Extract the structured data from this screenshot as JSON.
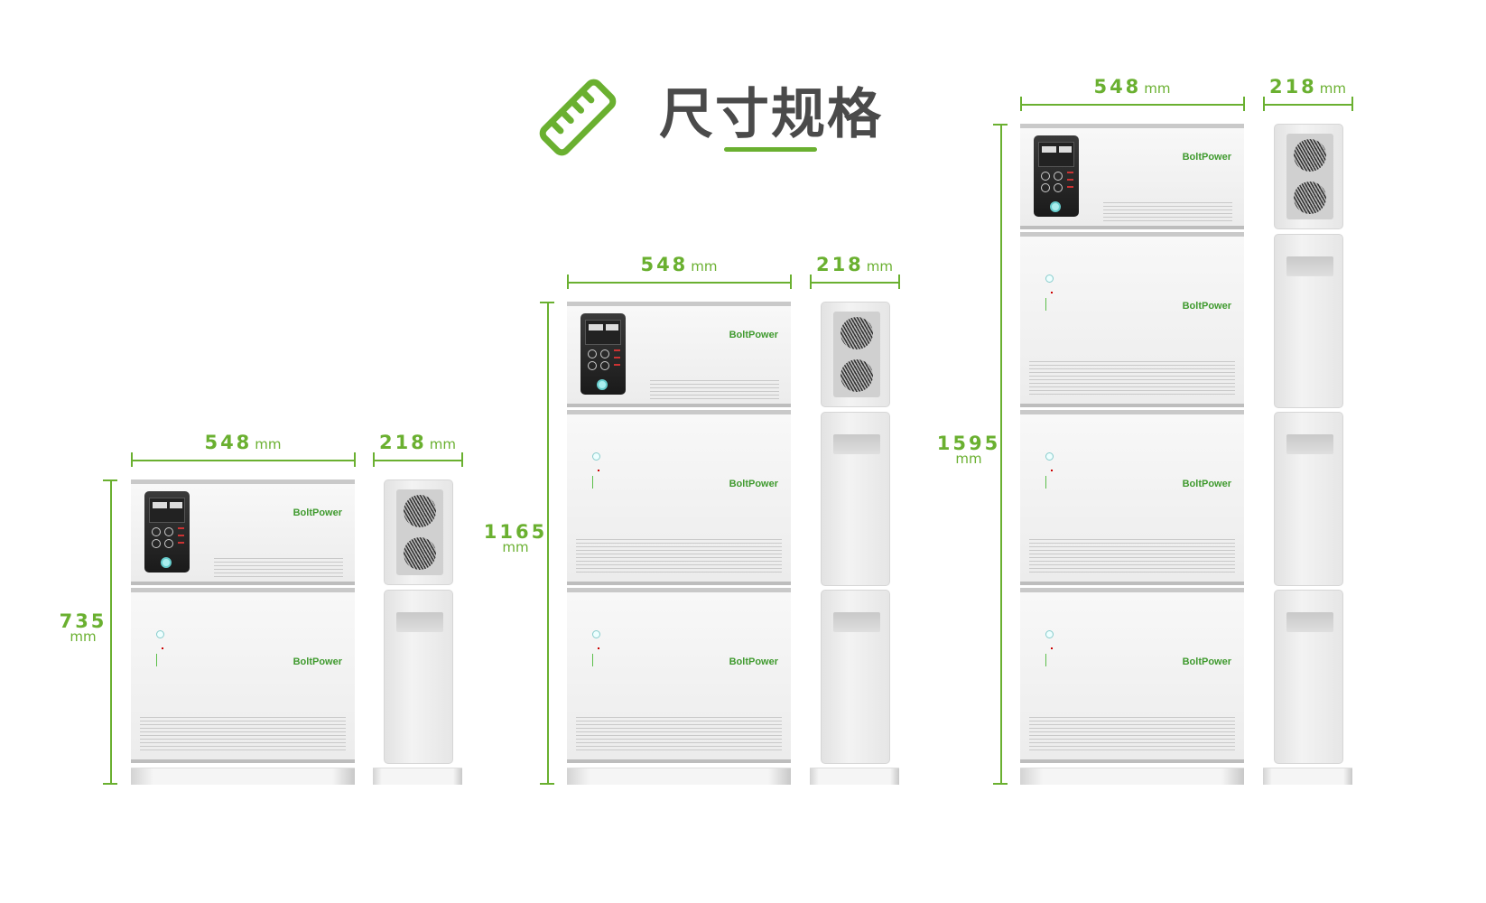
{
  "header": {
    "title": "尺寸规格",
    "icon": "ruler-icon"
  },
  "colors": {
    "accent": "#6ab030",
    "title": "#4a4a4a"
  },
  "brand_logo": "BoltPower",
  "configurations": [
    {
      "battery_modules": 1,
      "width": {
        "value": "548",
        "unit": "mm"
      },
      "depth": {
        "value": "218",
        "unit": "mm"
      },
      "height": {
        "value": "735",
        "unit": "mm"
      }
    },
    {
      "battery_modules": 2,
      "width": {
        "value": "548",
        "unit": "mm"
      },
      "depth": {
        "value": "218",
        "unit": "mm"
      },
      "height": {
        "value": "1165",
        "unit": "mm"
      }
    },
    {
      "battery_modules": 3,
      "width": {
        "value": "548",
        "unit": "mm"
      },
      "depth": {
        "value": "218",
        "unit": "mm"
      },
      "height": {
        "value": "1595",
        "unit": "mm"
      }
    }
  ]
}
